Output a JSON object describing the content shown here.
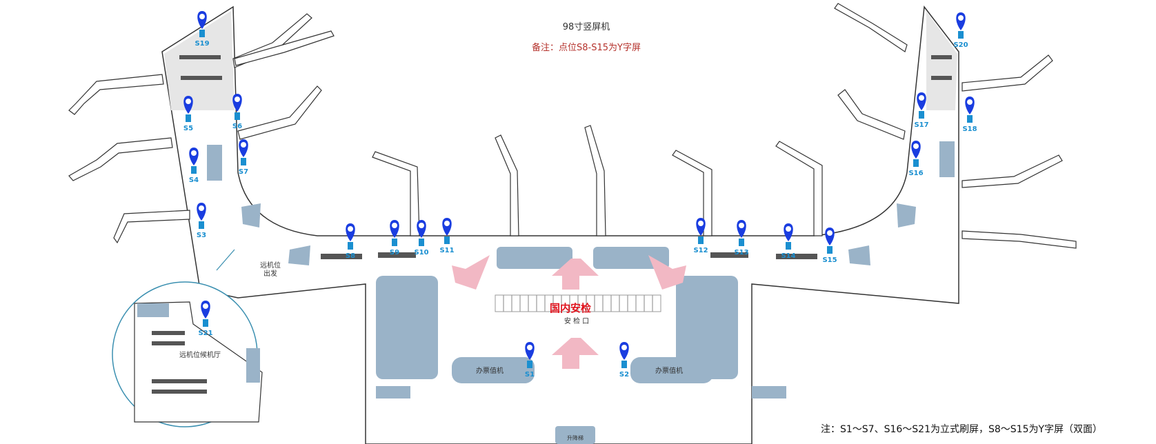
{
  "header": {
    "title": "98寸竖屏机",
    "remark": "备注：点位S8-S15为Y字屏"
  },
  "footnote": "注：S1～S7、S16～S21为立式刷屏，S8～S15为Y字屏（双面）",
  "labels": {
    "security": "国内安检",
    "security_sub": "安 检 口",
    "checkin_left": "办票值机",
    "checkin_right": "办票值机",
    "remote_departure_1": "远机位",
    "remote_departure_2": "出发",
    "remote_lounge": "远机位候机厅",
    "escalator": "升降梯"
  },
  "colors": {
    "marker": "#1a3de0",
    "screen": "#1a8fd0",
    "label": "#1a8fd0",
    "security_text": "#e0141e",
    "arrow": "#f2b8c4",
    "block": "#9ab3c8",
    "wall": "#333333"
  },
  "markers": [
    {
      "id": "S1"
    },
    {
      "id": "S2"
    },
    {
      "id": "S3"
    },
    {
      "id": "S4"
    },
    {
      "id": "S5"
    },
    {
      "id": "S6"
    },
    {
      "id": "S7"
    },
    {
      "id": "S8"
    },
    {
      "id": "S9"
    },
    {
      "id": "S10"
    },
    {
      "id": "S11"
    },
    {
      "id": "S12"
    },
    {
      "id": "S13"
    },
    {
      "id": "S14"
    },
    {
      "id": "S15"
    },
    {
      "id": "S16"
    },
    {
      "id": "S17"
    },
    {
      "id": "S18"
    },
    {
      "id": "S19"
    },
    {
      "id": "S20"
    },
    {
      "id": "S21"
    }
  ]
}
